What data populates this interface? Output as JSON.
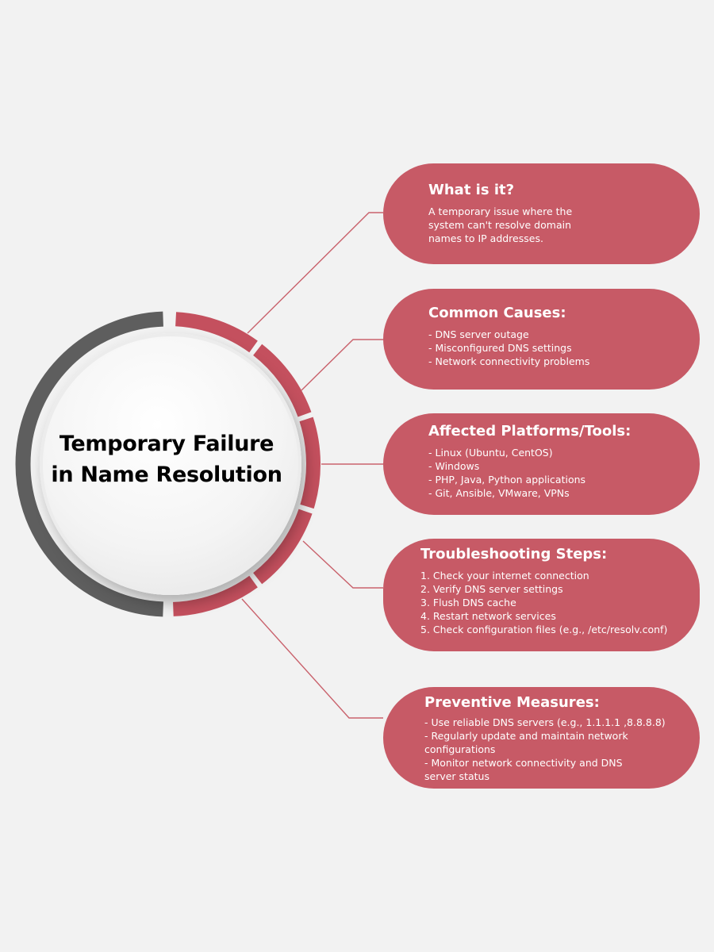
{
  "center": {
    "title_line1": "Temporary Failure",
    "title_line2": "in Name Resolution"
  },
  "colors": {
    "background": "#f2f2f2",
    "pill": "#c75a66",
    "ring_red": "#c4505e",
    "ring_gray": "#5e5e5e",
    "connector": "#c9626c"
  },
  "sections": [
    {
      "title": "What is it?",
      "lines": [
        "A temporary issue where the",
        "system can't resolve domain",
        "names to IP addresses."
      ]
    },
    {
      "title": "Common Causes:",
      "lines": [
        "- DNS server outage",
        "- Misconfigured DNS settings",
        "- Network connectivity problems"
      ]
    },
    {
      "title": "Affected Platforms/Tools:",
      "lines": [
        "- Linux (Ubuntu, CentOS)",
        "- Windows",
        "- PHP, Java, Python applications",
        "- Git, Ansible, VMware, VPNs"
      ]
    },
    {
      "title": "Troubleshooting Steps:",
      "lines": [
        "1. Check your internet connection",
        "2. Verify DNS server settings",
        "3. Flush DNS cache",
        "4. Restart network services",
        "5. Check configuration files (e.g., /etc/resolv.conf)"
      ]
    },
    {
      "title": "Preventive Measures:",
      "lines": [
        "- Use reliable DNS servers (e.g., 1.1.1.1 ,8.8.8.8)",
        "- Regularly update and maintain network",
        "configurations",
        "- Monitor network connectivity and DNS",
        "server status"
      ]
    }
  ]
}
